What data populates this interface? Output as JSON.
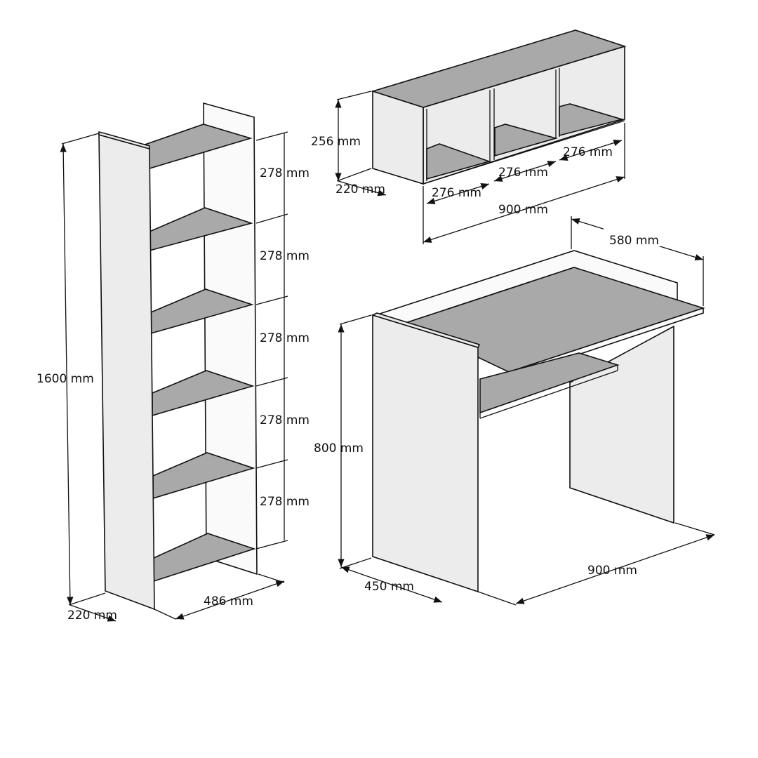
{
  "colors": {
    "surface": "#a9a9a9",
    "panel": "#ececec",
    "line": "#111111"
  },
  "bookcase": {
    "height": "1600 mm",
    "depth": "220 mm",
    "width": "486 mm",
    "shelf_gaps": [
      "278 mm",
      "278 mm",
      "278 mm",
      "278 mm",
      "278 mm"
    ]
  },
  "wall_shelf": {
    "height": "256 mm",
    "depth": "220 mm",
    "width": "900 mm",
    "cubbies": [
      "276 mm",
      "276 mm",
      "276 mm"
    ]
  },
  "desk": {
    "height": "800 mm",
    "depth": "450 mm",
    "width": "900 mm",
    "top_depth": "580 mm"
  }
}
